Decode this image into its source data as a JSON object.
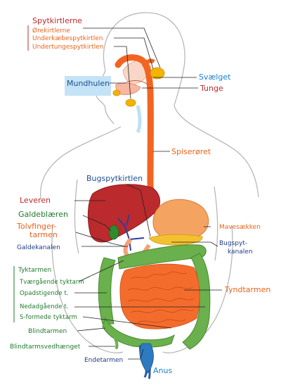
{
  "colors": {
    "red": "#c0282d",
    "orange": "#e8641e",
    "blue": "#1a7fd0",
    "navy": "#1f3b8a",
    "dark_blue": "#1b4f92",
    "green": "#1d7a2c",
    "outline": "#b3b3b3",
    "mouth_box": "#c5e3f6",
    "liver": "#bb2a2c",
    "esophagus": "#f26422",
    "stomach": "#f4a460",
    "small_intestine": "#f46c2c",
    "colon": "#6ab04c",
    "gallbladder": "#2e8b2e",
    "salivary": "#f3b400",
    "duct": "#2d3ea0"
  },
  "labels": {
    "spytkirtlerne": "Spytkirtlerne",
    "orekirtlerne": "Ørekirtlerne",
    "underkaebe": "Underkæbespytkirtlen",
    "undertunge": "Undertungespytkirtlen",
    "mundhulen": "Mundhulen",
    "svaelget": "Svælget",
    "tunge": "Tunge",
    "spiseroret": "Spiserøret",
    "bugspytkirtlen": "Bugspytkirtlen",
    "leveren": "Leveren",
    "galdeblaeren": "Galdeblæren",
    "tolvfinger_1": "Tolvfinger-",
    "tolvfinger_2": "tarmen",
    "galdekanalen": "Galdekanalen",
    "mavesaekken": "Mavesækken",
    "bugspyt_1": "Bugspyt-",
    "bugspyt_2": "kanalen",
    "tyktarmen": "Tyktarmen",
    "tvaergaende": "Tværgående tyktarm",
    "opadstigende": "Opadstigende t.",
    "nedadgaende": "Nedadgående t.",
    "s_formede": "S-formede tyktarm",
    "tyndtarmen": "Tyndtarmen",
    "blindtarmen": "Blindtarmen",
    "blindtarmsvedhaenget": "Blindtarmsvedhænget",
    "endetarmen": "Endetarmen",
    "anus": "Anus"
  }
}
